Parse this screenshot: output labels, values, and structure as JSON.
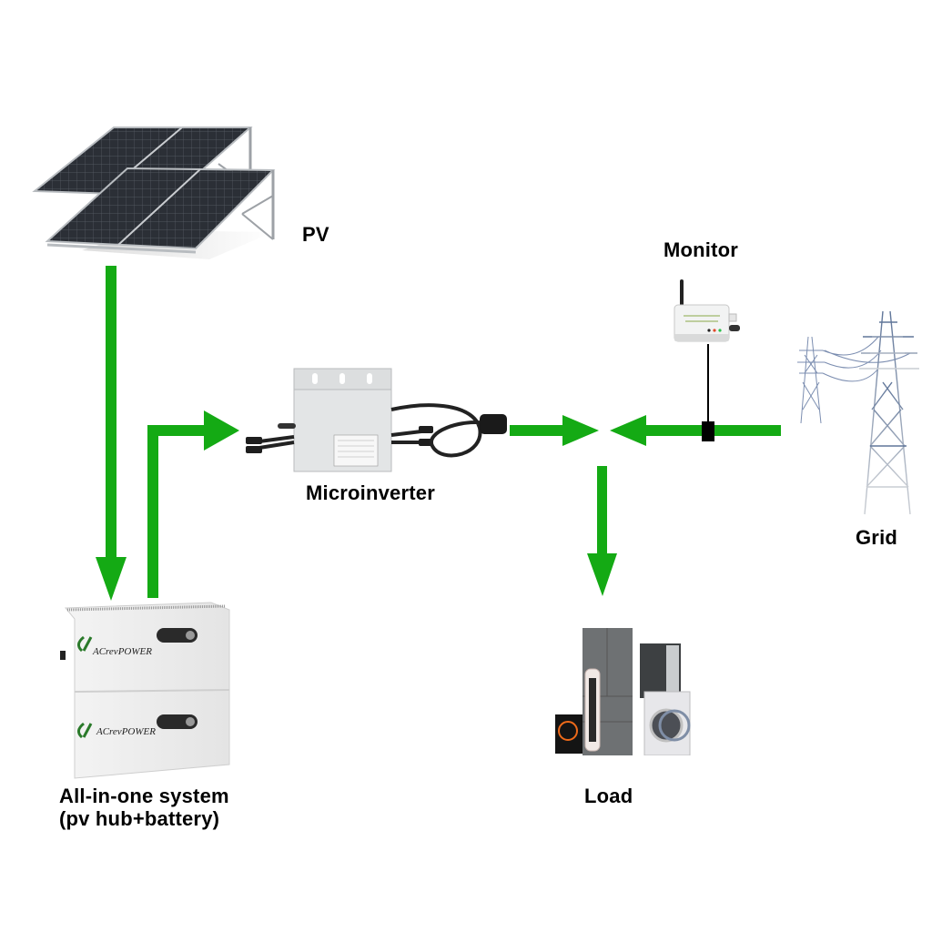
{
  "diagram": {
    "title": "",
    "flow_color": "#14aa14",
    "components": {
      "pv": {
        "label": "PV",
        "icon": "solar-panel-icon"
      },
      "all_in_one": {
        "label_line1": "All-in-one system",
        "label_line2": "(pv hub+battery)",
        "brand_top": "ACrevPOWER",
        "brand_bottom": "ACrevPOWER",
        "icon": "battery-cabinet-icon"
      },
      "microinverter": {
        "label": "Microinverter",
        "icon": "microinverter-icon"
      },
      "monitor": {
        "label": "Monitor",
        "icon": "wifi-monitor-icon"
      },
      "grid": {
        "label": "Grid",
        "icon": "power-tower-icon"
      },
      "load": {
        "label": "Load",
        "icon": "home-appliances-icon"
      }
    },
    "flows": [
      {
        "from": "PV",
        "to": "All-in-one system",
        "direction": "down"
      },
      {
        "from": "All-in-one system",
        "to": "Microinverter",
        "direction": "up-then-right"
      },
      {
        "from": "Microinverter",
        "to": "Junction",
        "direction": "right"
      },
      {
        "from": "Grid",
        "to": "Junction",
        "direction": "left"
      },
      {
        "from": "Junction",
        "to": "Load",
        "direction": "down"
      },
      {
        "from": "Monitor",
        "to": "Grid line",
        "direction": "connection"
      }
    ]
  }
}
